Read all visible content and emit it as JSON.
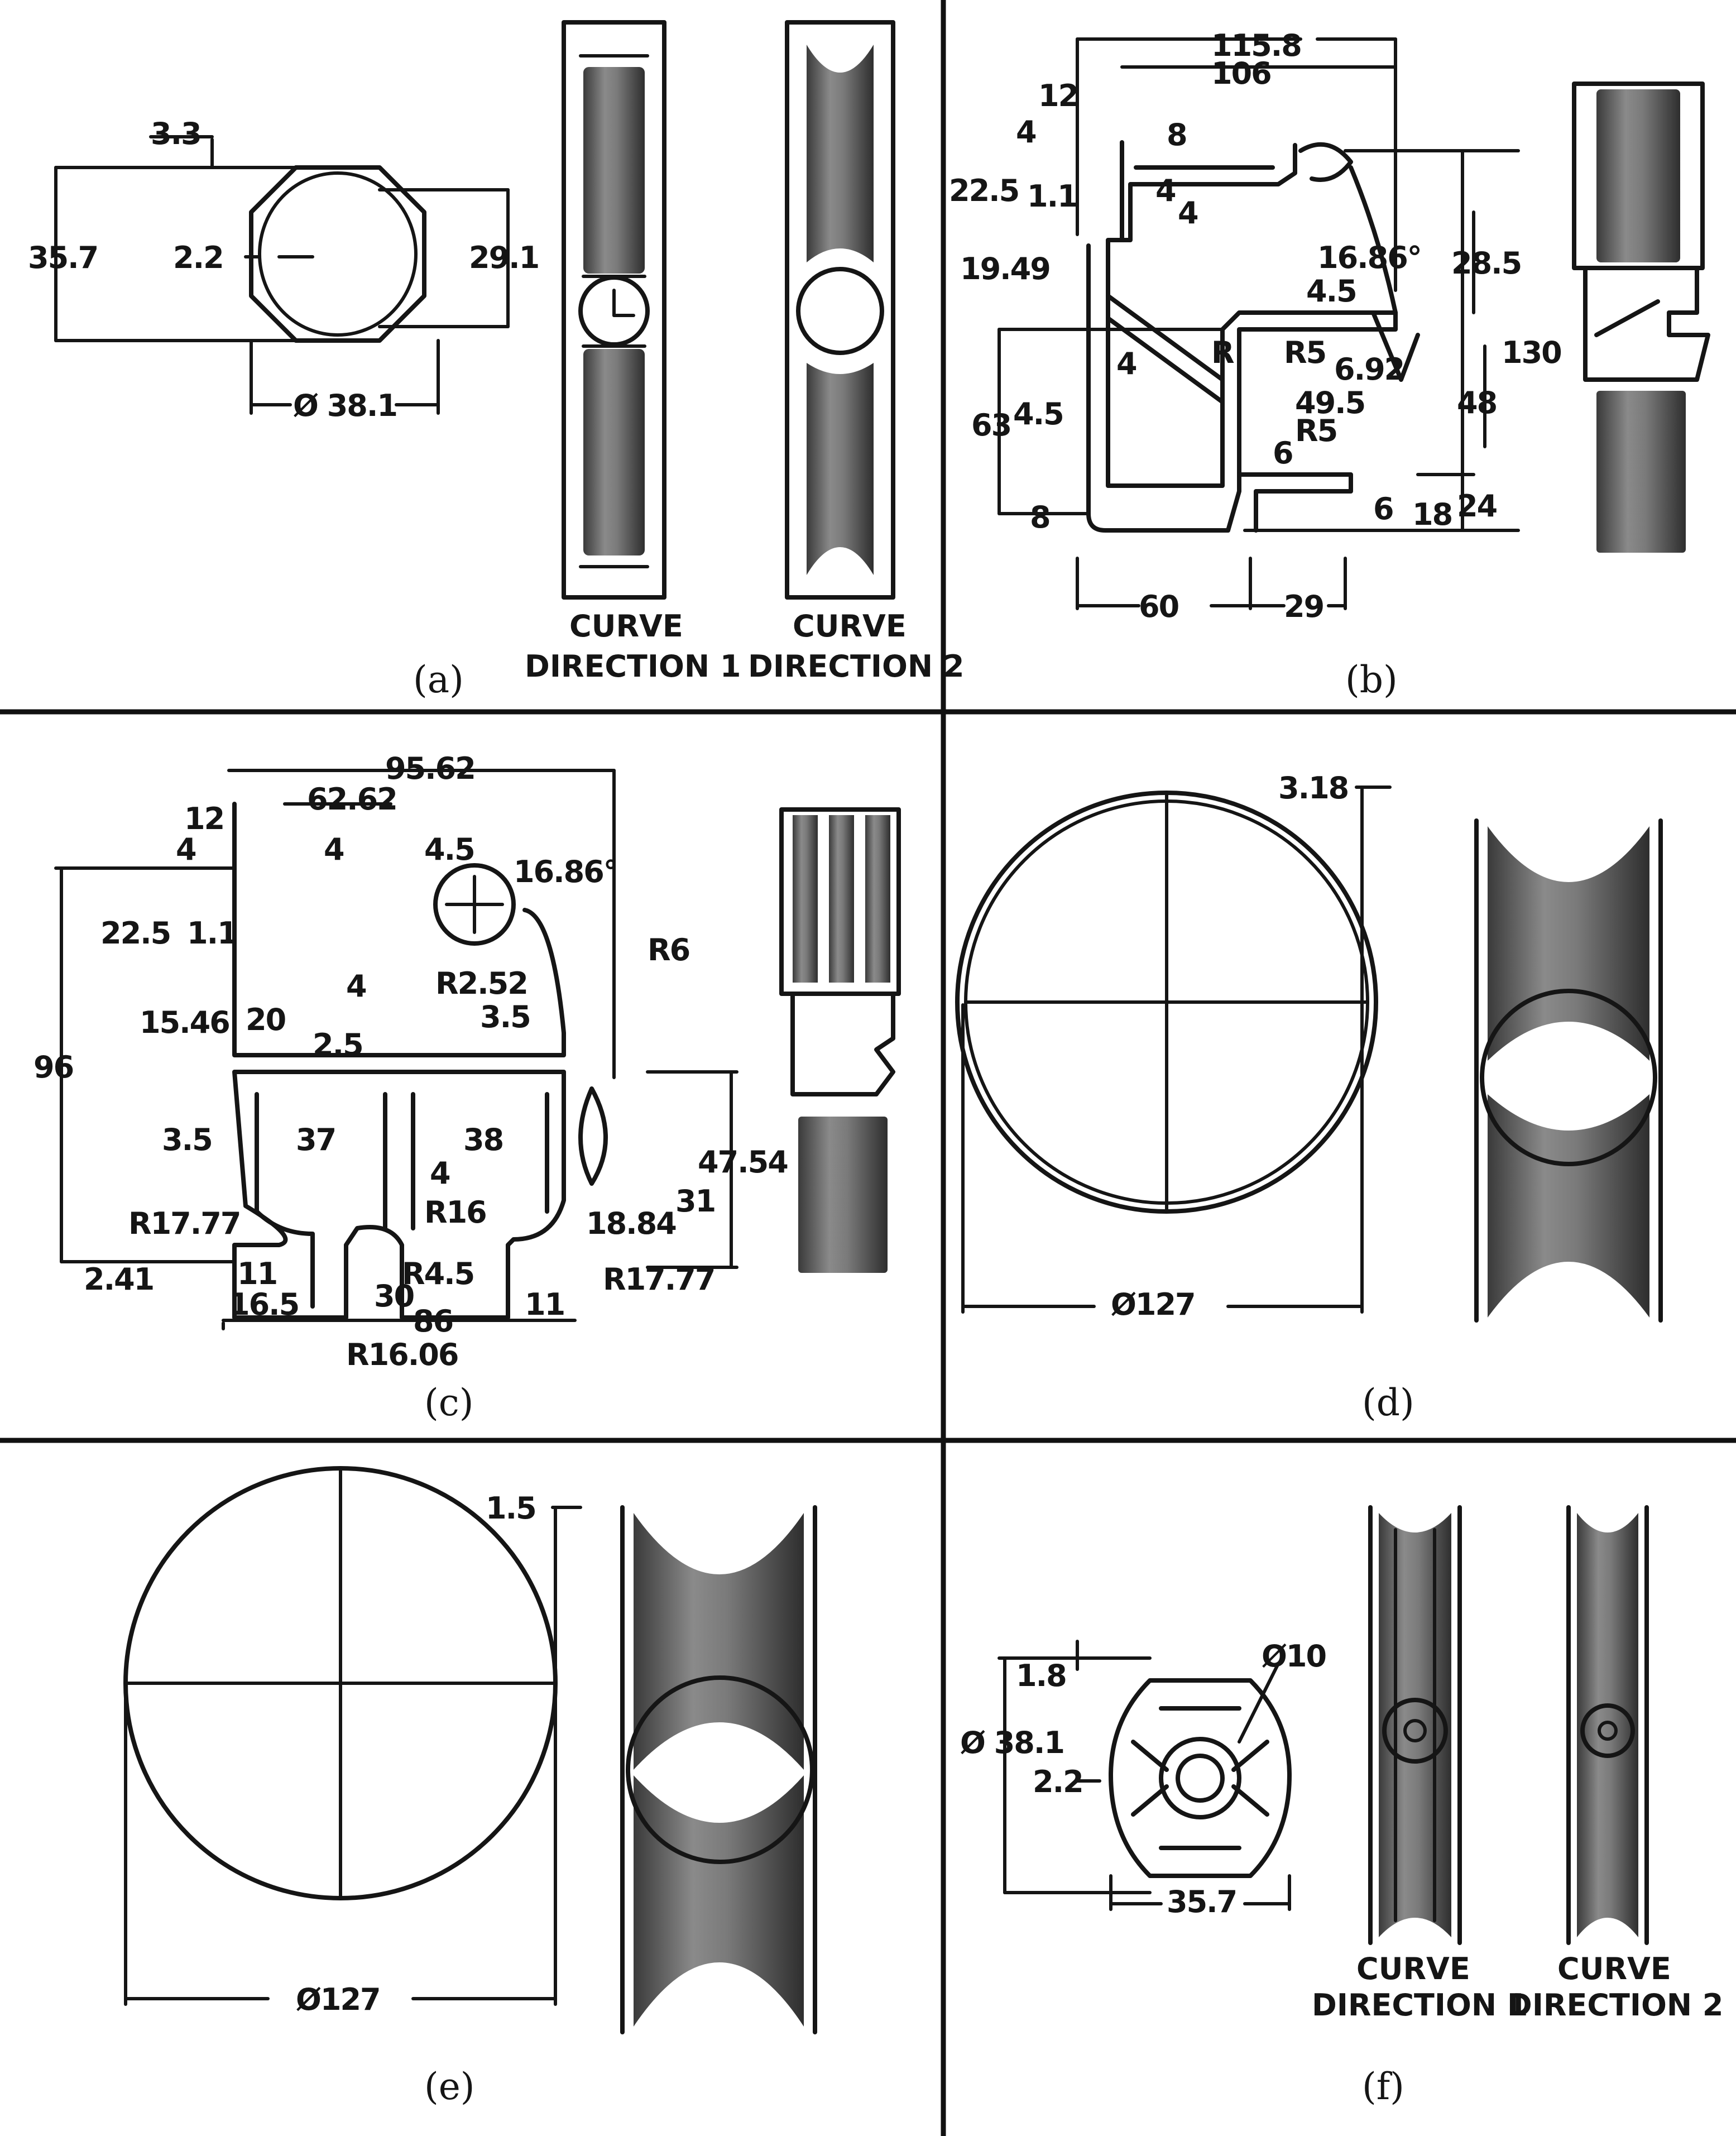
{
  "panels": {
    "a": {
      "caption": "(a)",
      "dims": {
        "d1": "3.3",
        "d2": "35.7",
        "d3": "2.2",
        "d4": "29.1",
        "d5": "Ø 38.1"
      },
      "view1": [
        "CURVE",
        "DIRECTION 1"
      ],
      "view2": [
        "CURVE",
        "DIRECTION 2"
      ]
    },
    "b": {
      "caption": "(b)",
      "dims": {
        "d1": "115.8",
        "d2": "106",
        "d3": "12",
        "d4": "4",
        "d5": "8",
        "d6": "22.5",
        "d7": "1.1",
        "d8": "4",
        "d9": "4",
        "d10": "16.86°",
        "d11": "28.5",
        "d12": "19.49",
        "d13": "4.5",
        "d14": "R5",
        "d15": "130",
        "d16": "4",
        "d17": "R",
        "d18": "6.92",
        "d19": "63",
        "d20": "4.5",
        "d21": "49.5",
        "d22": "48",
        "d23": "R5",
        "d24": "6",
        "d25": "6",
        "d26": "18",
        "d27": "24",
        "d28": "8",
        "d29": "60",
        "d30": "29"
      }
    },
    "c": {
      "caption": "(c)",
      "dims": {
        "d1": "95.62",
        "d2": "62.62",
        "d3": "12",
        "d4": "4",
        "d5": "4",
        "d6": "4.5",
        "d7": "16.86°",
        "d8": "22.5",
        "d9": "1.1",
        "d10": "R6",
        "d11": "R2.52",
        "d12": "4",
        "d13": "15.46",
        "d14": "20",
        "d15": "3.5",
        "d16": "96",
        "d17": "2.5",
        "d18": "3.5",
        "d19": "37",
        "d20": "38",
        "d21": "47.54",
        "d22": "4",
        "d23": "R16",
        "d24": "31",
        "d25": "R17.77",
        "d26": "18.84",
        "d27": "2.41",
        "d28": "11",
        "d29": "R4.5",
        "d30": "R17.77",
        "d31": "16.5",
        "d32": "30",
        "d33": "86",
        "d34": "11",
        "d35": "R16.06"
      }
    },
    "d": {
      "caption": "(d)",
      "dims": {
        "d1": "3.18",
        "d2": "Ø127"
      }
    },
    "e": {
      "caption": "(e)",
      "dims": {
        "d1": "1.5",
        "d2": "Ø127"
      }
    },
    "f": {
      "caption": "(f)",
      "dims": {
        "d1": "Ø10",
        "d2": "1.8",
        "d3": "Ø 38.1",
        "d4": "2.2",
        "d5": "35.7"
      },
      "view1": [
        "CURVE",
        "DIRECTION 1"
      ],
      "view2": [
        "CURVE",
        "DIRECTION 2"
      ]
    }
  }
}
